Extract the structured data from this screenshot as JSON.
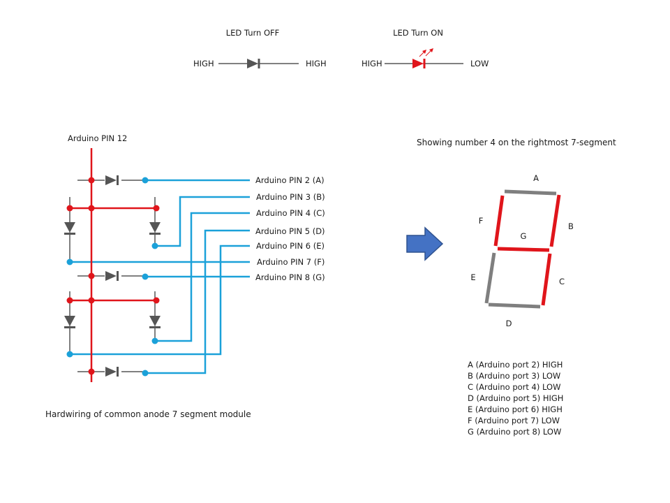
{
  "legend": {
    "off": {
      "title": "LED Turn OFF",
      "left": "HIGH",
      "right": "HIGH"
    },
    "on": {
      "title": "LED Turn ON",
      "left": "HIGH",
      "right": "LOW"
    }
  },
  "wiring": {
    "top_label": "Arduino PIN 12",
    "pins": [
      "Arduino PIN 2 (A)",
      "Arduino PIN 3 (B)",
      "Arduino PIN 4 (C)",
      "Arduino PIN 5 (D)",
      "Arduino PIN 6 (E)",
      "Arduino PIN 7 (F)",
      "Arduino PIN 8 (G)"
    ],
    "caption": "Hardwiring of common  anode 7 segment module"
  },
  "display": {
    "title": "Showing number 4 on the rightmost 7-segment",
    "segments": [
      {
        "letter": "A",
        "state": "HIGH"
      },
      {
        "letter": "B",
        "state": "LOW"
      },
      {
        "letter": "C",
        "state": "LOW"
      },
      {
        "letter": "D",
        "state": "HIGH"
      },
      {
        "letter": "E",
        "state": "HIGH"
      },
      {
        "letter": "F",
        "state": "LOW"
      },
      {
        "letter": "G",
        "state": "LOW"
      }
    ],
    "status_lines": [
      "A (Arduino port 2) HIGH",
      "B (Arduino port 3) LOW",
      "C (Arduino port 4) LOW",
      "D (Arduino port 5) HIGH",
      "E (Arduino port 6) HIGH",
      "F (Arduino port 7) LOW",
      "G (Arduino port 8) LOW"
    ]
  },
  "colors": {
    "anode": "#e0151b",
    "cathode": "#1ba1d9",
    "diode_off": "#555555",
    "segment_on": "#e0151b",
    "segment_off": "#7f7f7f",
    "arrow": "#4472c4",
    "arrow_stroke": "#2f528f"
  }
}
